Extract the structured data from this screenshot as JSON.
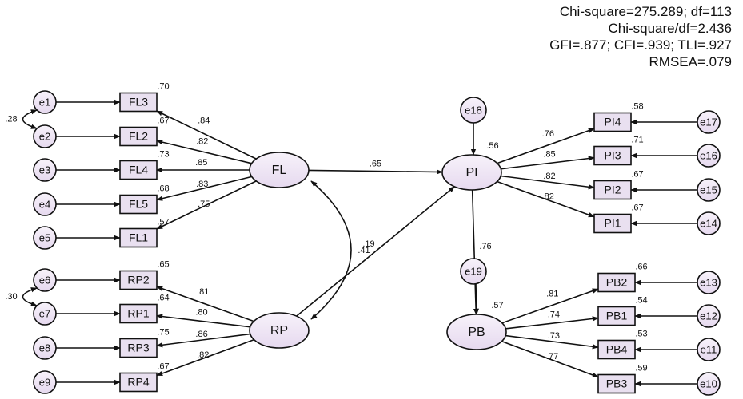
{
  "fit_indices": [
    "Chi-square=275.289; df=113",
    "Chi-square/df=2.436",
    "GFI=.877; CFI=.939; TLI=.927",
    "RMSEA=.079"
  ],
  "colors": {
    "node_fill": "#ece2f2",
    "node_fill_light": "#f7f2fa",
    "stroke": "#111111"
  },
  "latents": [
    {
      "id": "FL",
      "label": "FL",
      "r2": ""
    },
    {
      "id": "RP",
      "label": "RP",
      "r2": ""
    },
    {
      "id": "PI",
      "label": "PI",
      "r2": ".56"
    },
    {
      "id": "PB",
      "label": "PB",
      "r2": ".57"
    }
  ],
  "structural_errors": [
    {
      "id": "e18",
      "label": "e18"
    },
    {
      "id": "e19",
      "label": "e19"
    }
  ],
  "indicators": [
    {
      "id": "FL3",
      "label": "FL3",
      "r2": ".70",
      "loading": ".84",
      "error": "e1",
      "factor": "FL"
    },
    {
      "id": "FL2",
      "label": "FL2",
      "r2": ".67",
      "loading": ".82",
      "error": "e2",
      "factor": "FL"
    },
    {
      "id": "FL4",
      "label": "FL4",
      "r2": ".73",
      "loading": ".85",
      "error": "e3",
      "factor": "FL"
    },
    {
      "id": "FL5",
      "label": "FL5",
      "r2": ".68",
      "loading": ".83",
      "error": "e4",
      "factor": "FL"
    },
    {
      "id": "FL1",
      "label": "FL1",
      "r2": ".57",
      "loading": ".75",
      "error": "e5",
      "factor": "FL"
    },
    {
      "id": "RP2",
      "label": "RP2",
      "r2": ".65",
      "loading": ".81",
      "error": "e6",
      "factor": "RP"
    },
    {
      "id": "RP1",
      "label": "RP1",
      "r2": ".64",
      "loading": ".80",
      "error": "e7",
      "factor": "RP"
    },
    {
      "id": "RP3",
      "label": "RP3",
      "r2": ".75",
      "loading": ".86",
      "error": "e8",
      "factor": "RP"
    },
    {
      "id": "RP4",
      "label": "RP4",
      "r2": ".67",
      "loading": ".82",
      "error": "e9",
      "factor": "RP"
    },
    {
      "id": "PI4",
      "label": "PI4",
      "r2": ".58",
      "loading": ".76",
      "error": "e17",
      "factor": "PI"
    },
    {
      "id": "PI3",
      "label": "PI3",
      "r2": ".71",
      "loading": ".85",
      "error": "e16",
      "factor": "PI"
    },
    {
      "id": "PI2",
      "label": "PI2",
      "r2": ".67",
      "loading": ".82",
      "error": "e15",
      "factor": "PI"
    },
    {
      "id": "PI1",
      "label": "PI1",
      "r2": ".67",
      "loading": ".82",
      "error": "e14",
      "factor": "PI"
    },
    {
      "id": "PB2",
      "label": "PB2",
      "r2": ".66",
      "loading": ".81",
      "error": "e13",
      "factor": "PB"
    },
    {
      "id": "PB1",
      "label": "PB1",
      "r2": ".54",
      "loading": ".74",
      "error": "e12",
      "factor": "PB"
    },
    {
      "id": "PB4",
      "label": "PB4",
      "r2": ".53",
      "loading": ".73",
      "error": "e11",
      "factor": "PB"
    },
    {
      "id": "PB3",
      "label": "PB3",
      "r2": ".59",
      "loading": ".77",
      "error": "e10",
      "factor": "PB"
    }
  ],
  "paths": [
    {
      "from": "FL",
      "to": "PI",
      "coef": ".65"
    },
    {
      "from": "RP",
      "to": "PI",
      "coef": ".19"
    },
    {
      "from": "PI",
      "to": "PB",
      "coef": ".76"
    }
  ],
  "correlations": [
    {
      "a": "FL",
      "b": "RP",
      "coef": ".41"
    },
    {
      "a": "e1",
      "b": "e2",
      "coef": ".28"
    },
    {
      "a": "e6",
      "b": "e7",
      "coef": ".30"
    }
  ]
}
